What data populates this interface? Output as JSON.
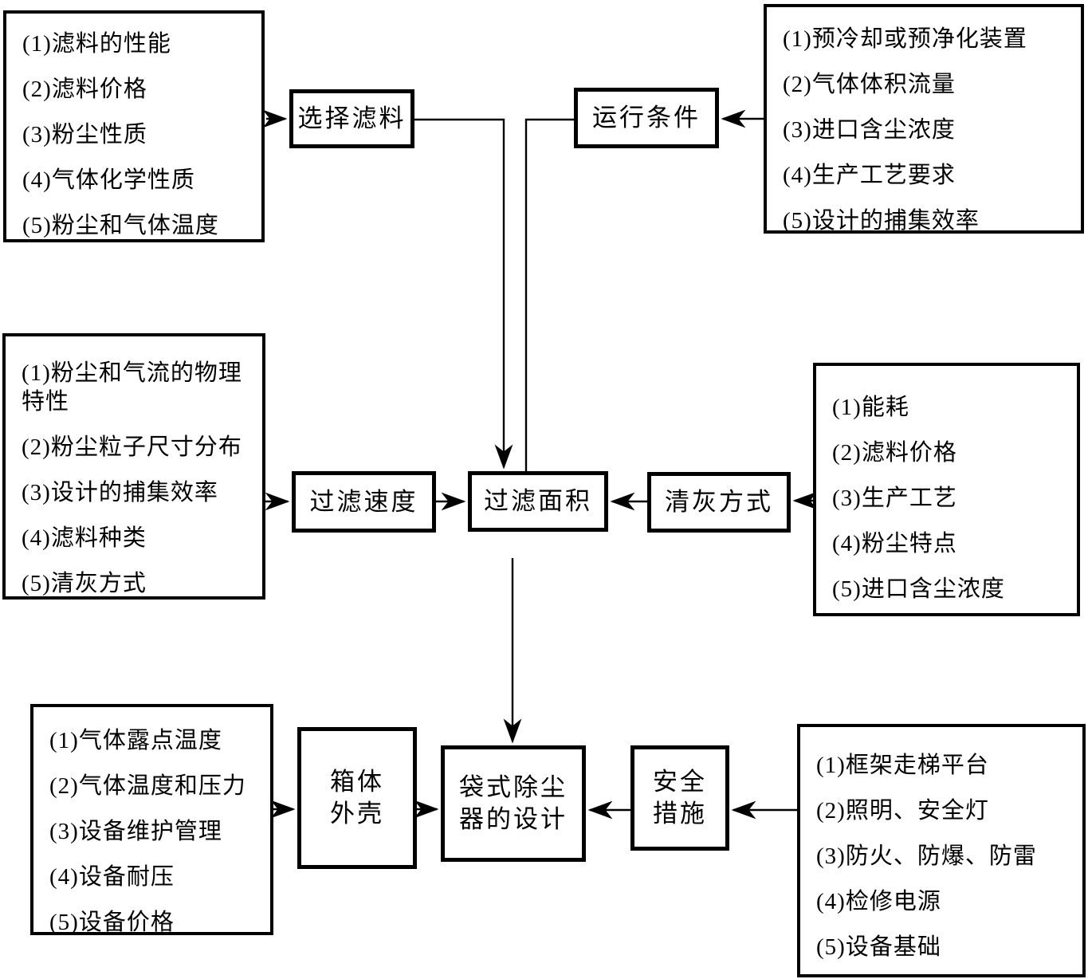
{
  "colors": {
    "line": "#000000",
    "background": "#ffffff",
    "text": "#000000"
  },
  "boxes": {
    "filter_selection_factors": {
      "items": [
        "(1)滤料的性能",
        "(2)滤料价格",
        "(3)粉尘性质",
        "(4)气体化学性质",
        "(5)粉尘和气体温度"
      ]
    },
    "select_filter": {
      "label": "选择滤料"
    },
    "operating_conditions": {
      "label": "运行条件"
    },
    "operating_condition_factors": {
      "items": [
        "(1)预冷却或预净化装置",
        "(2)气体体积流量",
        "(3)进口含尘浓度",
        "(4)生产工艺要求",
        "(5)设计的捕集效率"
      ]
    },
    "filtration_velocity_factors": {
      "items": [
        "(1)粉尘和气流的物理特性",
        "(2)粉尘粒子尺寸分布",
        "(3)设计的捕集效率",
        "(4)滤料种类",
        "(5)清灰方式"
      ]
    },
    "filtration_velocity": {
      "label": "过滤速度"
    },
    "filtration_area": {
      "label": "过滤面积"
    },
    "cleaning_method": {
      "label": "清灰方式"
    },
    "cleaning_method_factors": {
      "items": [
        "(1)能耗",
        "(2)滤料价格",
        "(3)生产工艺",
        "(4)粉尘特点",
        "(5)进口含尘浓度"
      ]
    },
    "casing_factors": {
      "items": [
        "(1)气体露点温度",
        "(2)气体温度和压力",
        "(3)设备维护管理",
        "(4)设备耐压",
        "(5)设备价格"
      ]
    },
    "casing_shell": {
      "lines": [
        "箱体",
        "外壳"
      ]
    },
    "baghouse_design": {
      "lines": [
        "袋式除尘",
        "器的设计"
      ]
    },
    "safety_measures": {
      "lines": [
        "安全",
        "措施"
      ]
    },
    "safety_measure_factors": {
      "items": [
        "(1)框架走梯平台",
        "(2)照明、安全灯",
        "(3)防火、防爆、防雷",
        "(4)检修电源",
        "(5)设备基础"
      ]
    }
  }
}
